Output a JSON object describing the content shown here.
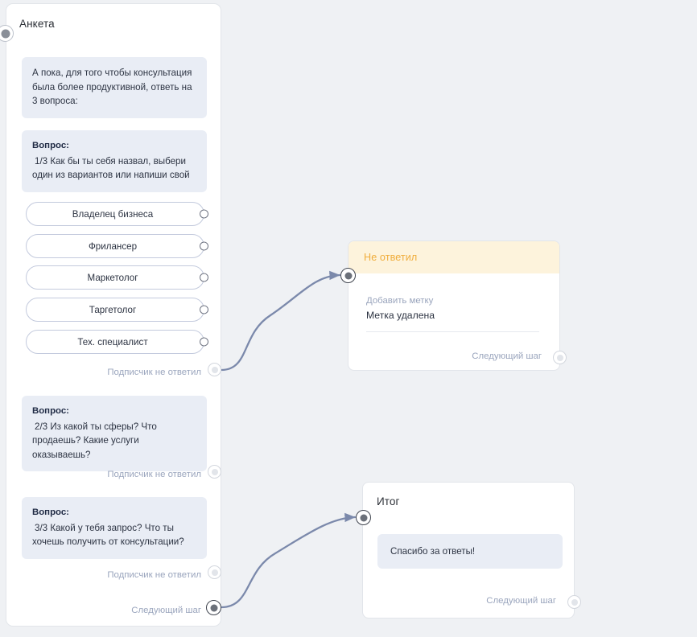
{
  "canvas": {
    "background": "#eff1f4",
    "edge_color": "#7b89ab"
  },
  "nodes": {
    "survey": {
      "title": "Анкета",
      "start_port_name": "start-port",
      "messages": [
        {
          "id": "intro",
          "text": "А пока, для того чтобы консультация была более продуктивной, ответь на 3 вопроса:"
        },
        {
          "id": "question1",
          "label": "Вопрос:",
          "text": "1/3 Как бы ты себя назвал, выбери один из вариантов или напиши свой"
        },
        {
          "id": "question2",
          "label": "Вопрос:",
          "text": "2/3 Из какой ты сферы? Что продаешь? Какие услуги оказываешь?"
        },
        {
          "id": "question3",
          "label": "Вопрос:",
          "text": "3/3 Какой у тебя запрос? Что ты хочешь получить от консультации?"
        }
      ],
      "options": [
        {
          "label": "Владелец бизнеса"
        },
        {
          "label": "Фрилансер"
        },
        {
          "label": "Маркетолог"
        },
        {
          "label": "Таргетолог"
        },
        {
          "label": "Тех. специалист"
        }
      ],
      "ports": [
        {
          "caption": "Подписчик не ответил",
          "state": "empty"
        },
        {
          "caption": "Подписчик не ответил",
          "state": "empty"
        },
        {
          "caption": "Подписчик не ответил",
          "state": "empty"
        },
        {
          "caption": "Следующий шаг",
          "state": "filled"
        }
      ]
    },
    "no_answer": {
      "title": "Не ответил",
      "title_color": "#f0ad3c",
      "header_background": "#fdf3dc",
      "tag_hint": "Добавить метку",
      "tag_value": "Метка удалена",
      "next_step_caption": "Следующий шаг"
    },
    "result": {
      "title": "Итог",
      "message": "Спасибо за ответы!",
      "next_step_caption": "Следующий шаг"
    }
  }
}
